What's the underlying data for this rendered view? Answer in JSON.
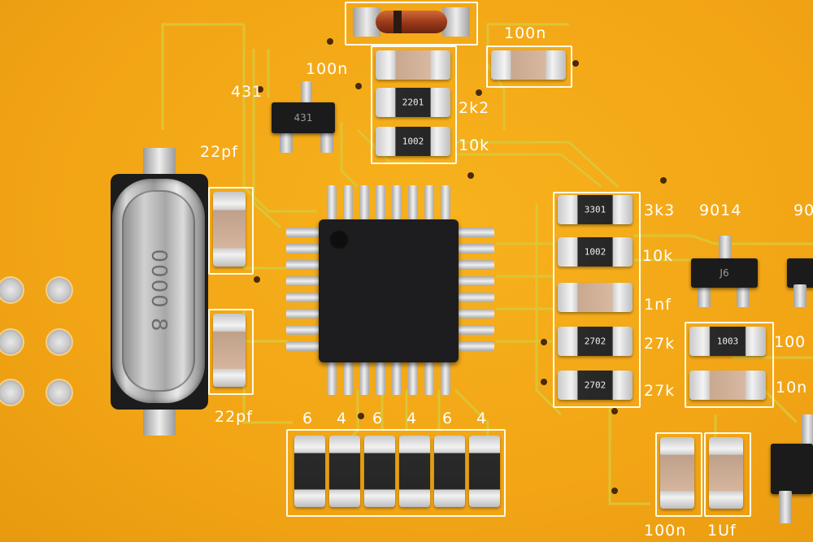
{
  "board": {
    "background_color": "#f3a817",
    "trace_color": "#d9c93a",
    "silkscreen_color": "#ffffff"
  },
  "labels": {
    "l_100n_top": "100n",
    "l_100n_mid": "100n",
    "l_431": "431",
    "l_2k2": "2k2",
    "l_10k_top": "10k",
    "l_22pf_top": "22pf",
    "l_22pf_bottom": "22pf",
    "l_3k3": "3k3",
    "l_9014": "9014",
    "l_90": "90",
    "l_10k_right": "10k",
    "l_1nf": "1nf",
    "l_27k_a": "27k",
    "l_27k_b": "27k",
    "l_100_right": "100",
    "l_10n_right": "10n",
    "l_100n_bottom": "100n",
    "l_1uf": "1Uf",
    "l_6a": "6",
    "l_4a": "4",
    "l_6b": "6",
    "l_4b": "4",
    "l_6c": "6",
    "l_4c": "4"
  },
  "component_codes": {
    "r_2201": "2201",
    "r_1002_top": "1002",
    "r_3301": "3301",
    "r_1002_right": "1002",
    "r_2702_a": "2702",
    "r_2702_b": "2702",
    "r_1003": "1003",
    "q_431": "431",
    "q_j6": "J6",
    "crystal_marking": "0000 8"
  }
}
